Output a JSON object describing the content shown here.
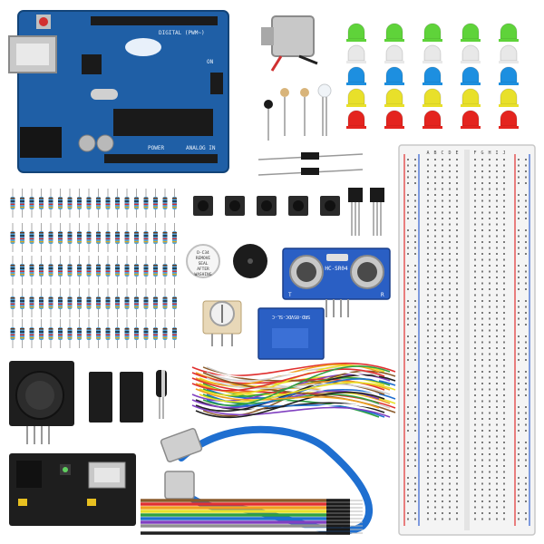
{
  "arduino": {
    "digital_label": "DIGITAL (PWM~)",
    "power_label": "POWER",
    "analog_label": "ANALOG IN",
    "on_label": "ON"
  },
  "sensor": {
    "model_label": "HC-SR04",
    "t_label": "T",
    "r_label": "R"
  },
  "relay": {
    "model_label": "SRD-05VDC-SL-C"
  },
  "buzzer": {
    "label_lines": [
      "D-C34",
      "REMOVE",
      "SEAL",
      "AFTER",
      "WASHING"
    ]
  },
  "breadboard": {
    "column_letters": [
      "A",
      "B",
      "C",
      "D",
      "E",
      "F",
      "G",
      "H",
      "I",
      "J"
    ]
  },
  "colors": {
    "arduino_board": "#1f5fa6",
    "led_green": "#5fd33a",
    "led_white": "#e8e8e8",
    "led_blue": "#1d8fe0",
    "led_yellow": "#e8e02a",
    "led_red": "#e4241f",
    "cable_blue": "#1f6fd0",
    "breadboard": "#f4f4f4",
    "rail_red": "#e03030",
    "rail_blue": "#3060d0",
    "module_black": "#1e1e1e",
    "relay_blue": "#2a5fc4"
  },
  "led_rows": [
    "green",
    "white",
    "blue",
    "yellow",
    "red"
  ]
}
